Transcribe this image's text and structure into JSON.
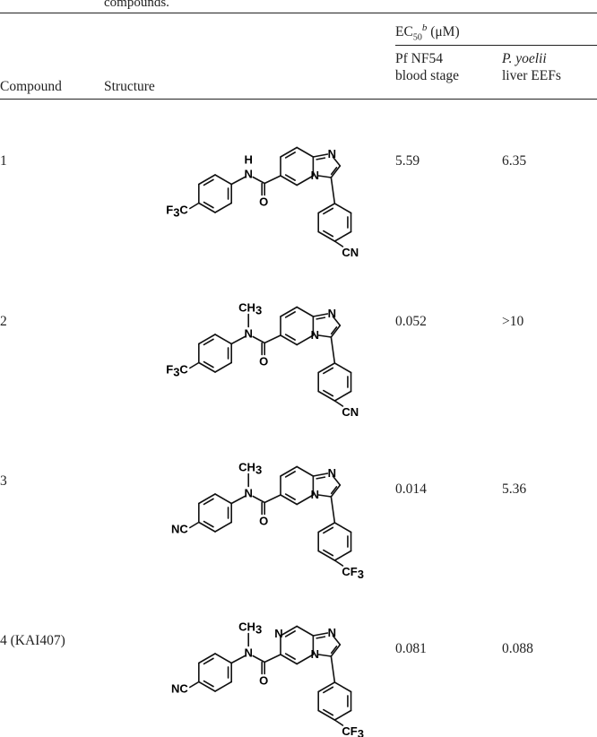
{
  "caption": "compounds.",
  "header": {
    "ec50_label": "EC",
    "ec50_sub": "50",
    "ec50_sup": "b",
    "ec50_unit": "(μM)",
    "col_compound": "Compound",
    "col_structure": "Structure",
    "col_pf_line1": "Pf NF54",
    "col_pf_line2": "blood stage",
    "col_py_line1": "P. yoelii",
    "col_py_line2": "liver EEFs"
  },
  "rows": [
    {
      "compound": "1",
      "pf": "5.59",
      "py": "6.35",
      "left_sub": "F3C",
      "right_sub": "CN",
      "n_methyl": false,
      "core": "imidazopyridine"
    },
    {
      "compound": "2",
      "pf": "0.052",
      "py": ">10",
      "left_sub": "F3C",
      "right_sub": "CN",
      "n_methyl": true,
      "core": "imidazopyridine"
    },
    {
      "compound": "3",
      "pf": "0.014",
      "py": "5.36",
      "left_sub": "NC",
      "right_sub": "CF3",
      "n_methyl": true,
      "core": "imidazopyridine"
    },
    {
      "compound": "4 (KAI407)",
      "pf": "0.081",
      "py": "0.088",
      "left_sub": "NC",
      "right_sub": "CF3",
      "n_methyl": true,
      "core": "imidazopyrazine"
    }
  ]
}
